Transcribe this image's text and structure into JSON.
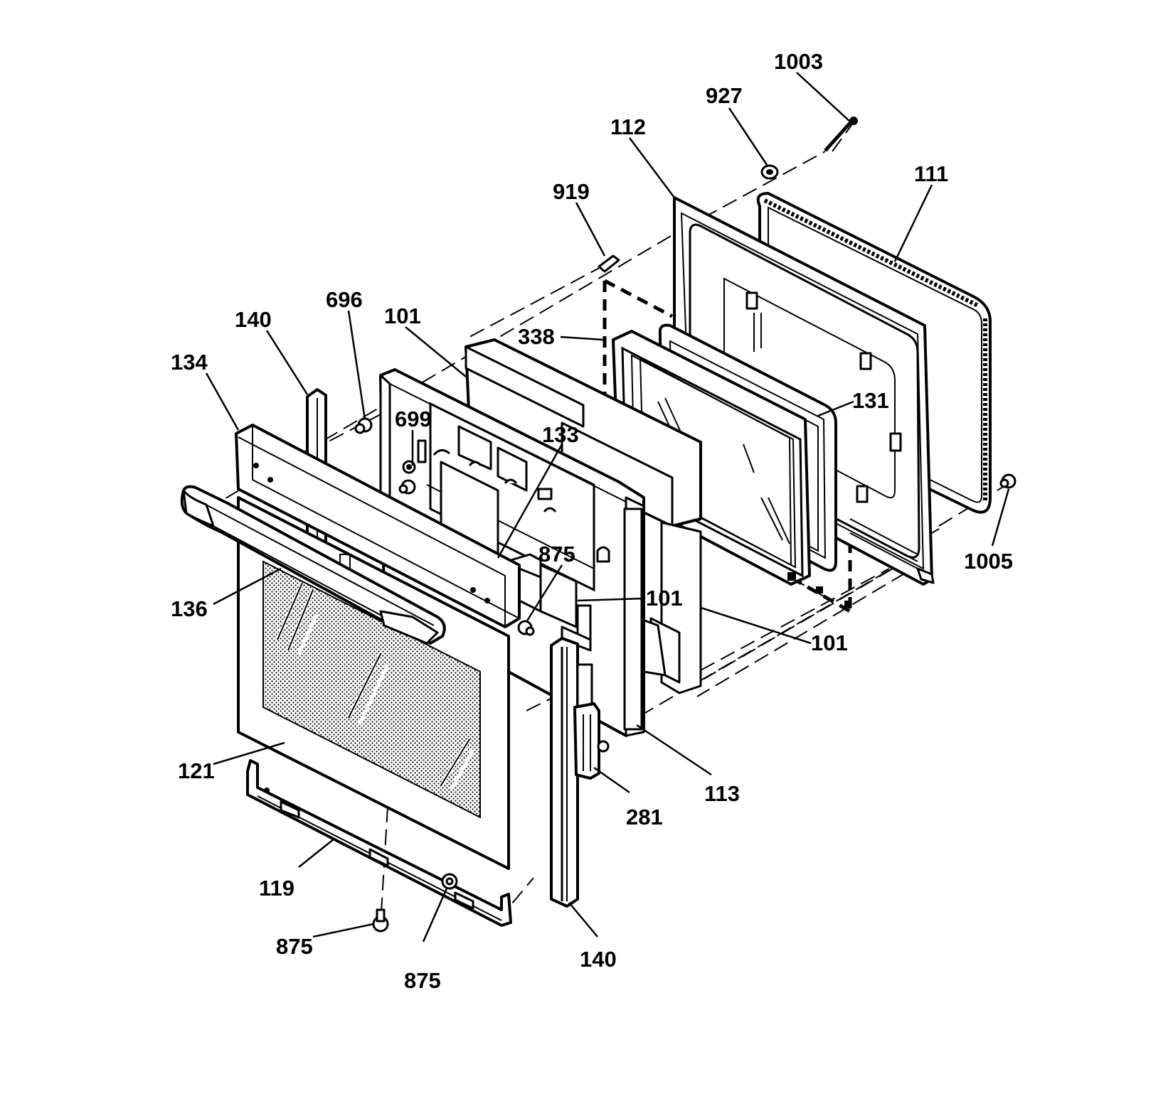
{
  "diagram": {
    "colors": {
      "line": "#000000",
      "background": "#ffffff",
      "shading": "#9a9a9a"
    },
    "callouts": [
      {
        "id": "c1003",
        "label": "1003"
      },
      {
        "id": "c927",
        "label": "927"
      },
      {
        "id": "c112",
        "label": "112"
      },
      {
        "id": "c111",
        "label": "111"
      },
      {
        "id": "c919",
        "label": "919"
      },
      {
        "id": "c696",
        "label": "696"
      },
      {
        "id": "c101a",
        "label": "101"
      },
      {
        "id": "c140a",
        "label": "140"
      },
      {
        "id": "c338",
        "label": "338"
      },
      {
        "id": "c134",
        "label": "134"
      },
      {
        "id": "c699",
        "label": "699"
      },
      {
        "id": "c131",
        "label": "131"
      },
      {
        "id": "c133",
        "label": "133"
      },
      {
        "id": "c1005",
        "label": "1005"
      },
      {
        "id": "c875a",
        "label": "875"
      },
      {
        "id": "c101b",
        "label": "101"
      },
      {
        "id": "c136",
        "label": "136"
      },
      {
        "id": "c101c",
        "label": "101"
      },
      {
        "id": "c113",
        "label": "113"
      },
      {
        "id": "c121",
        "label": "121"
      },
      {
        "id": "c281",
        "label": "281"
      },
      {
        "id": "c119",
        "label": "119"
      },
      {
        "id": "c875b",
        "label": "875"
      },
      {
        "id": "c140b",
        "label": "140"
      },
      {
        "id": "c875c",
        "label": "875"
      }
    ]
  }
}
